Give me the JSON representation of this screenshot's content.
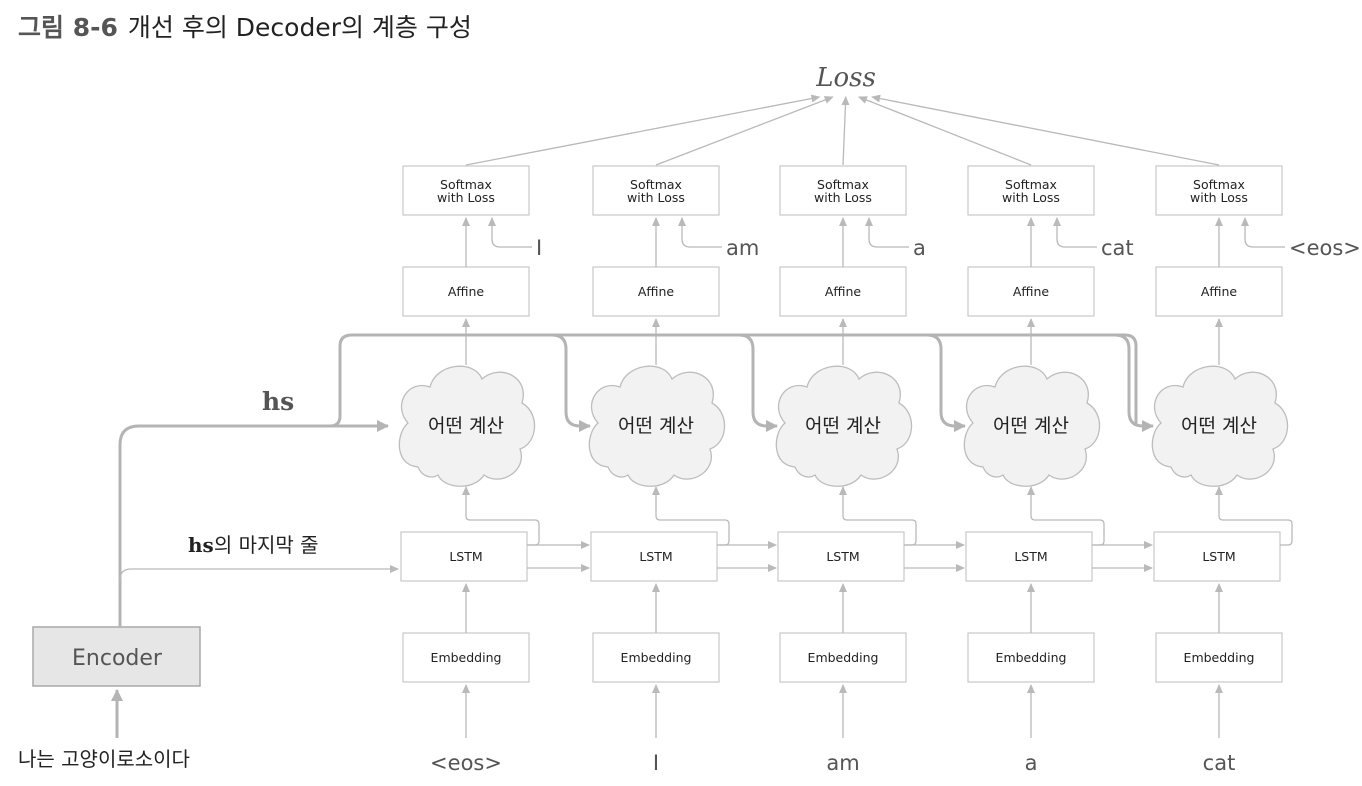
{
  "title": {
    "number": "그림 8-6",
    "caption": "개선 후의 Decoder의 계층 구성"
  },
  "loss_label": "Loss",
  "hs_label": "hs",
  "hs_last_row": {
    "bold": "hs",
    "rest": "의 마지막 줄"
  },
  "encoder_label": "Encoder",
  "source_sentence": "나는 고양이로소이다",
  "layers": {
    "softmax_line1": "Softmax",
    "softmax_line2": "with Loss",
    "affine": "Affine",
    "calc": "어떤 계산",
    "lstm": "LSTM",
    "embedding": "Embedding"
  },
  "inputs": [
    "<eos>",
    "I",
    "am",
    "a",
    "cat"
  ],
  "targets": [
    "I",
    "am",
    "a",
    "cat",
    "<eos>"
  ]
}
